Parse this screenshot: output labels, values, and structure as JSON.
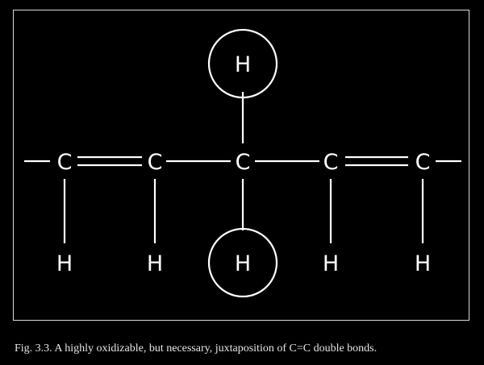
{
  "diagram": {
    "atoms": {
      "c1": "C",
      "c2": "C",
      "c3": "C",
      "c4": "C",
      "c5": "C",
      "h_top_circled": "H",
      "h1": "H",
      "h2": "H",
      "h3_circled": "H",
      "h4": "H",
      "h5": "H"
    },
    "colors": {
      "background": "#000000",
      "ink": "#ffffff"
    }
  },
  "caption": {
    "text": "Fig. 3.3.  A highly oxidizable, but necessary, juxtaposition of C=C double bonds."
  }
}
